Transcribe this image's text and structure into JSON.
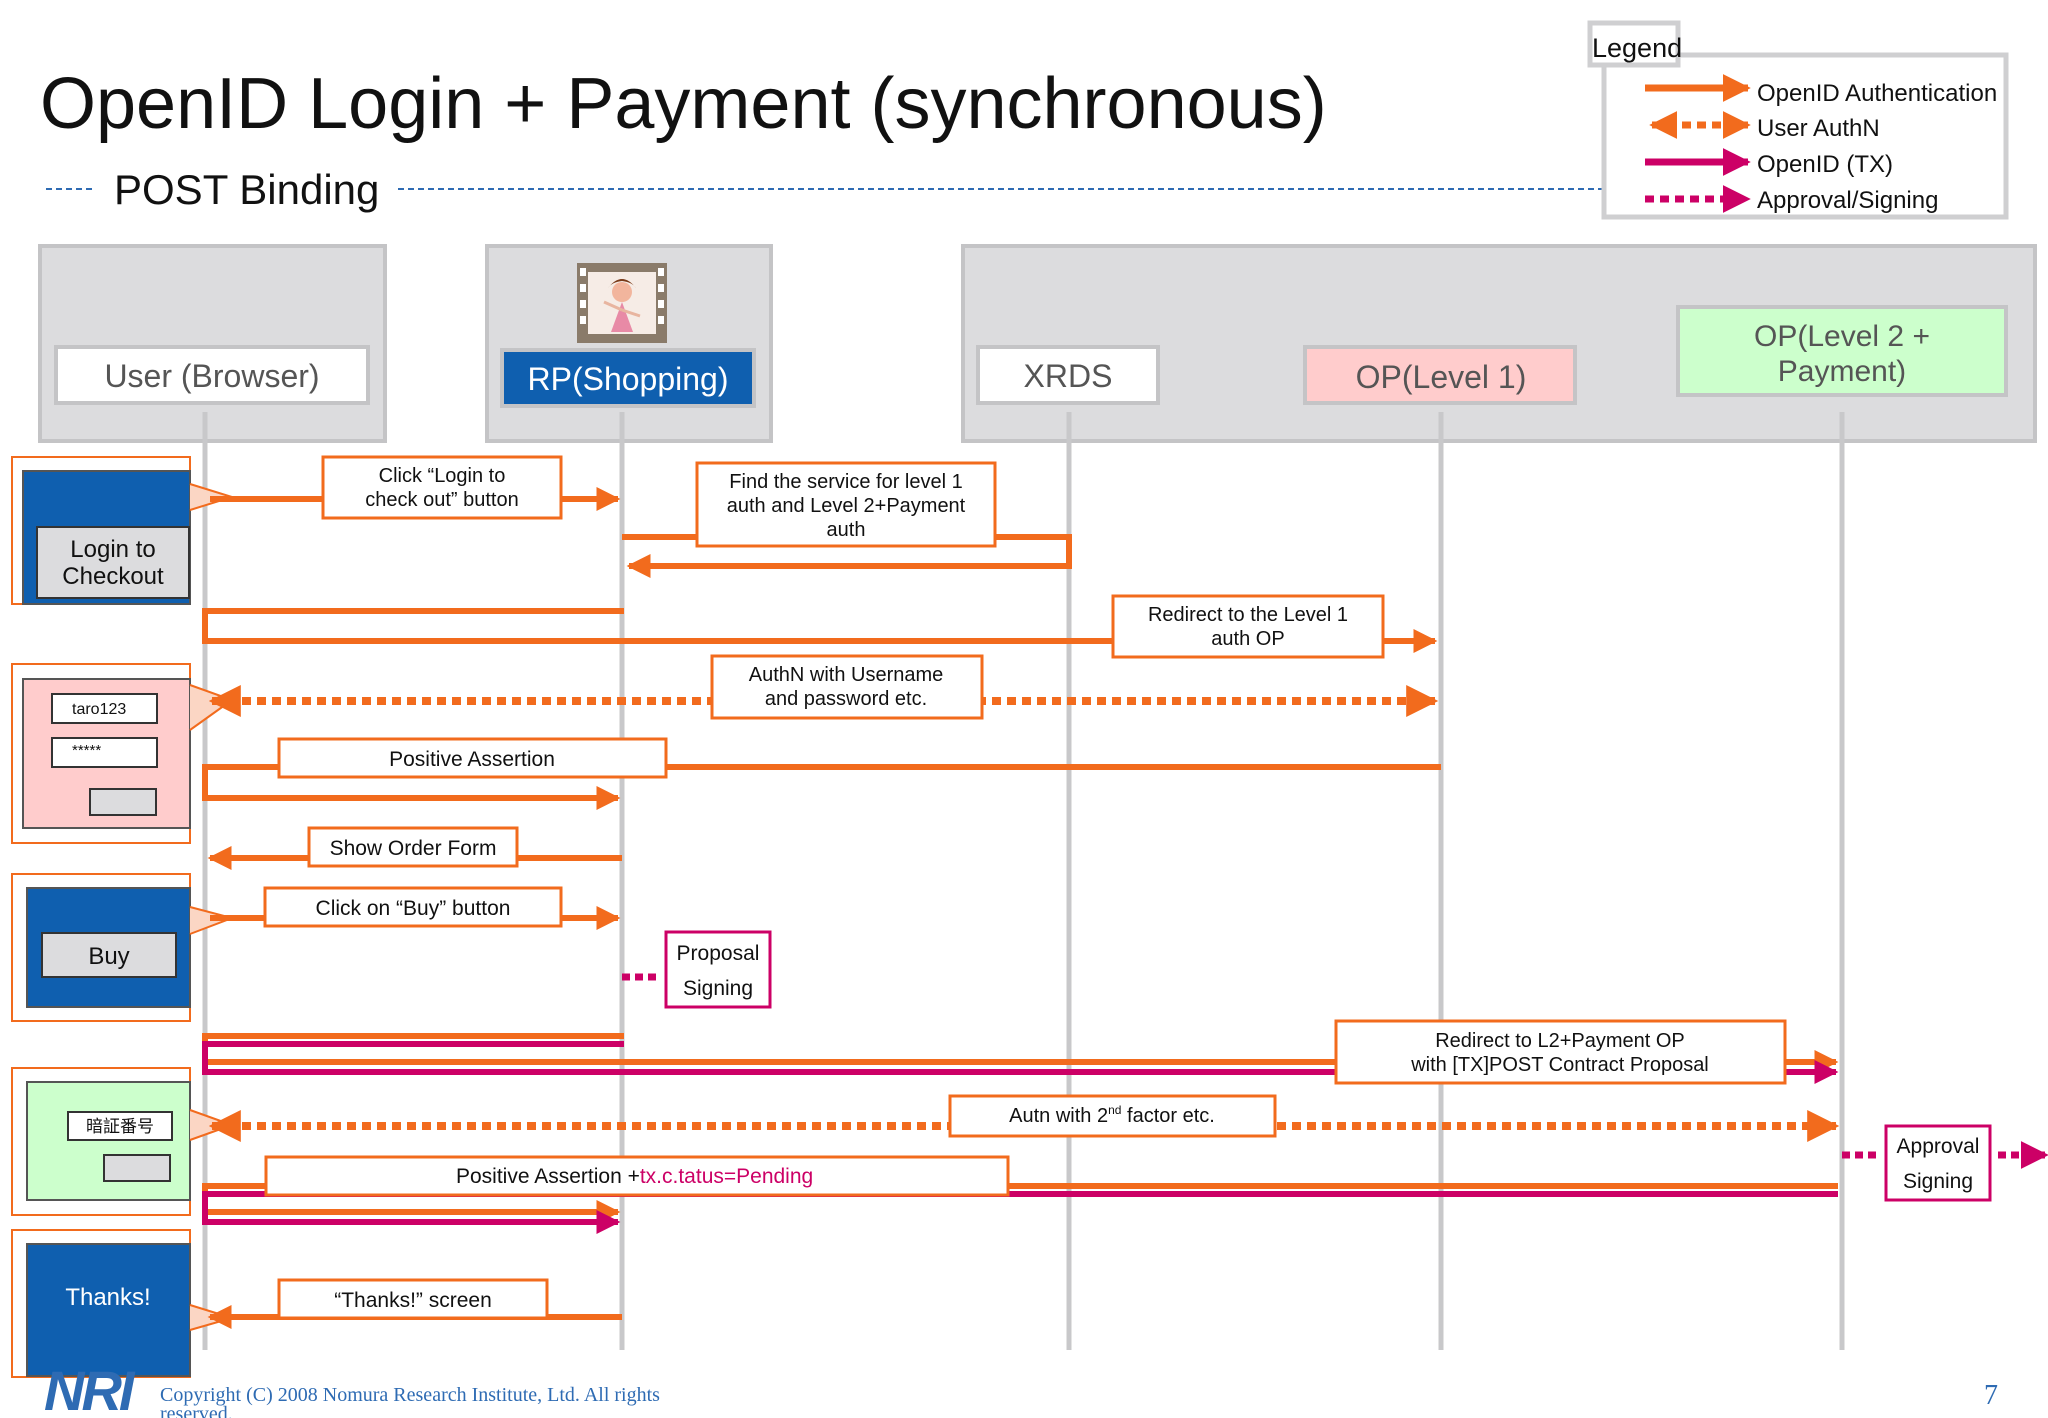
{
  "title": "OpenID Login + Payment (synchronous)",
  "subtitle": "POST Binding",
  "legend": {
    "label": "Legend",
    "items": [
      "OpenID Authentication",
      "User AuthN",
      "OpenID (TX)",
      "Approval/Signing"
    ]
  },
  "actors": {
    "user": "User (Browser)",
    "rp": "RP(Shopping)",
    "xrds": "XRDS",
    "op1": "OP(Level 1)",
    "op2_line1": "OP(Level 2 +",
    "op2_line2": "Payment)"
  },
  "screens": {
    "login_line1": "Login to",
    "login_line2": "Checkout",
    "username": "taro123",
    "password": "*****",
    "buy": "Buy",
    "pin_field": "暗証番号",
    "thanks": "Thanks!"
  },
  "messages": {
    "click_login_1": "Click “Login to",
    "click_login_2": "check out” button",
    "find_service_1": "Find the service for level 1",
    "find_service_2": "auth and Level 2+Payment",
    "find_service_3": "auth",
    "redirect_l1_1": "Redirect to the Level 1",
    "redirect_l1_2": "auth OP",
    "authn_1": "AuthN with Username",
    "authn_2": "and password etc.",
    "positive_assertion": "Positive Assertion",
    "show_order": "Show Order Form",
    "click_buy": "Click on “Buy” button",
    "proposal_1": "Proposal",
    "proposal_2": "Signing",
    "redirect_l2_1": "Redirect to L2+Payment OP",
    "redirect_l2_2": "with [TX]POST Contract Proposal",
    "autn_2nd_a": "Autn with 2",
    "autn_2nd_sup": "nd",
    "autn_2nd_b": " factor etc.",
    "approval_1": "Approval",
    "approval_2": "Signing",
    "pa2_black": "Positive Assertion +",
    "pa2_pink": "tx.c.tatus=Pending",
    "thanks_screen": "“Thanks!” screen"
  },
  "footer": {
    "logo": "NRI",
    "copyright_line1": "Copyright (C)  2008 Nomura Research Institute, Ltd. All rights",
    "copyright_line2": "reserved.",
    "page_number": "7"
  },
  "colors": {
    "orange": "#F26B1D",
    "magenta": "#CC0066",
    "blue": "#0F5FAF",
    "lifeline": "#C8C8CA",
    "actor_bg": "#DCDCDE",
    "op1_bg": "#FFCCCC",
    "op2_bg": "#CCFFCC"
  }
}
